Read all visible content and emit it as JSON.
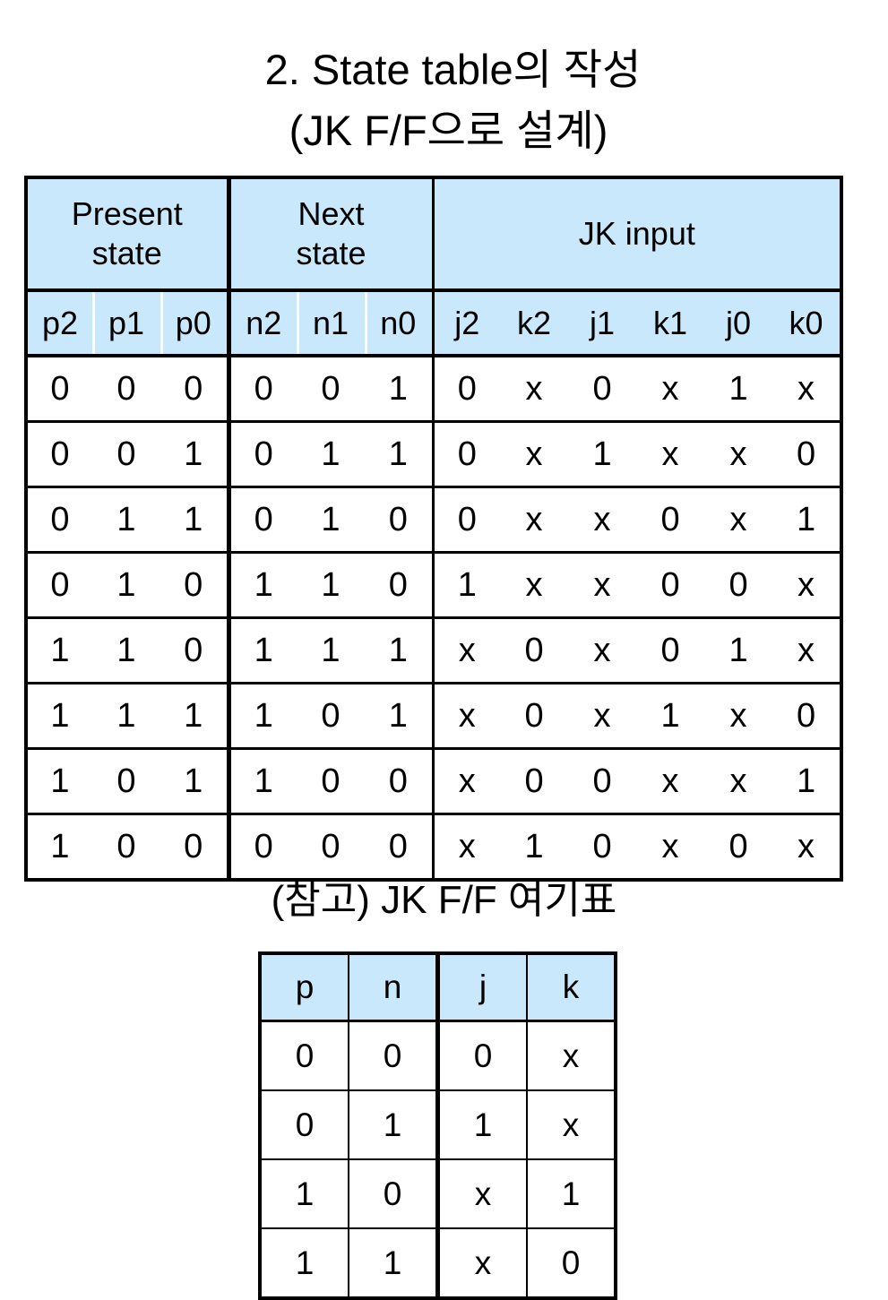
{
  "title": {
    "line1": "2. State table의 작성",
    "line2": "(JK F/F으로 설계)"
  },
  "colors": {
    "header_fill": "#cae8fb",
    "border": "#000000",
    "background": "#ffffff"
  },
  "state_table": {
    "group_headers": [
      {
        "label": "Present\nstate",
        "span": 3
      },
      {
        "label": "Next\nstate",
        "span": 3
      },
      {
        "label": "JK input",
        "span": 6
      }
    ],
    "group_header_labels": {
      "present_state": "Present state",
      "next_state": "Next state",
      "jk_input": "JK input"
    },
    "sub_headers": [
      "p2",
      "p1",
      "p0",
      "n2",
      "n1",
      "n0",
      "j2",
      "k2",
      "j1",
      "k1",
      "j0",
      "k0"
    ],
    "rows": [
      [
        "0",
        "0",
        "0",
        "0",
        "0",
        "1",
        "0",
        "x",
        "0",
        "x",
        "1",
        "x"
      ],
      [
        "0",
        "0",
        "1",
        "0",
        "1",
        "1",
        "0",
        "x",
        "1",
        "x",
        "x",
        "0"
      ],
      [
        "0",
        "1",
        "1",
        "0",
        "1",
        "0",
        "0",
        "x",
        "x",
        "0",
        "x",
        "1"
      ],
      [
        "0",
        "1",
        "0",
        "1",
        "1",
        "0",
        "1",
        "x",
        "x",
        "0",
        "0",
        "x"
      ],
      [
        "1",
        "1",
        "0",
        "1",
        "1",
        "1",
        "x",
        "0",
        "x",
        "0",
        "1",
        "x"
      ],
      [
        "1",
        "1",
        "1",
        "1",
        "0",
        "1",
        "x",
        "0",
        "x",
        "1",
        "x",
        "0"
      ],
      [
        "1",
        "0",
        "1",
        "1",
        "0",
        "0",
        "x",
        "0",
        "0",
        "x",
        "x",
        "1"
      ],
      [
        "1",
        "0",
        "0",
        "0",
        "0",
        "0",
        "x",
        "1",
        "0",
        "x",
        "0",
        "x"
      ]
    ]
  },
  "sub_caption": "(참고) JK F/F 여기표",
  "excitation_table": {
    "headers": [
      "p",
      "n",
      "j",
      "k"
    ],
    "rows": [
      [
        "0",
        "0",
        "0",
        "x"
      ],
      [
        "0",
        "1",
        "1",
        "x"
      ],
      [
        "1",
        "0",
        "x",
        "1"
      ],
      [
        "1",
        "1",
        "x",
        "0"
      ]
    ]
  }
}
